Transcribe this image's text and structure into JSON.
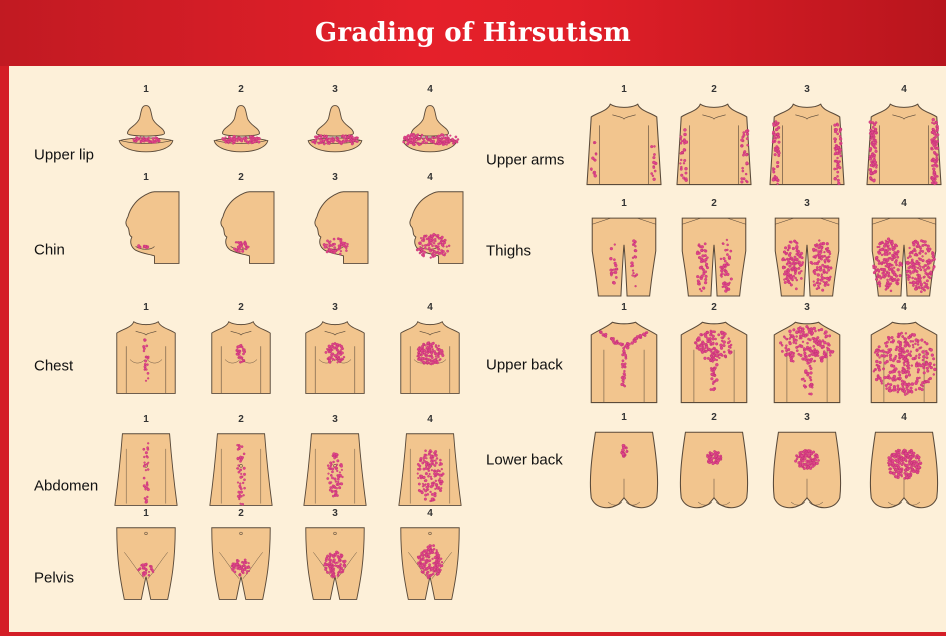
{
  "title": "Grading of Hirsutism",
  "grade_labels": [
    "1",
    "2",
    "3",
    "4"
  ],
  "regions_left": [
    {
      "id": "upper-lip",
      "label": "Upper lip"
    },
    {
      "id": "chin",
      "label": "Chin"
    },
    {
      "id": "chest",
      "label": "Chest"
    },
    {
      "id": "abdomen",
      "label": "Abdomen"
    },
    {
      "id": "pelvis",
      "label": "Pelvis"
    }
  ],
  "regions_right": [
    {
      "id": "upper-arms",
      "label": "Upper arms"
    },
    {
      "id": "thighs",
      "label": "Thighs"
    },
    {
      "id": "upper-back",
      "label": "Upper back"
    },
    {
      "id": "lower-back",
      "label": "Lower back"
    }
  ],
  "colors": {
    "header": "#e11f28",
    "panel_background": "#fdf0d9",
    "skin": "#f2c58e",
    "skin_outline": "#5a4a3a",
    "hair": "#e0468a"
  }
}
